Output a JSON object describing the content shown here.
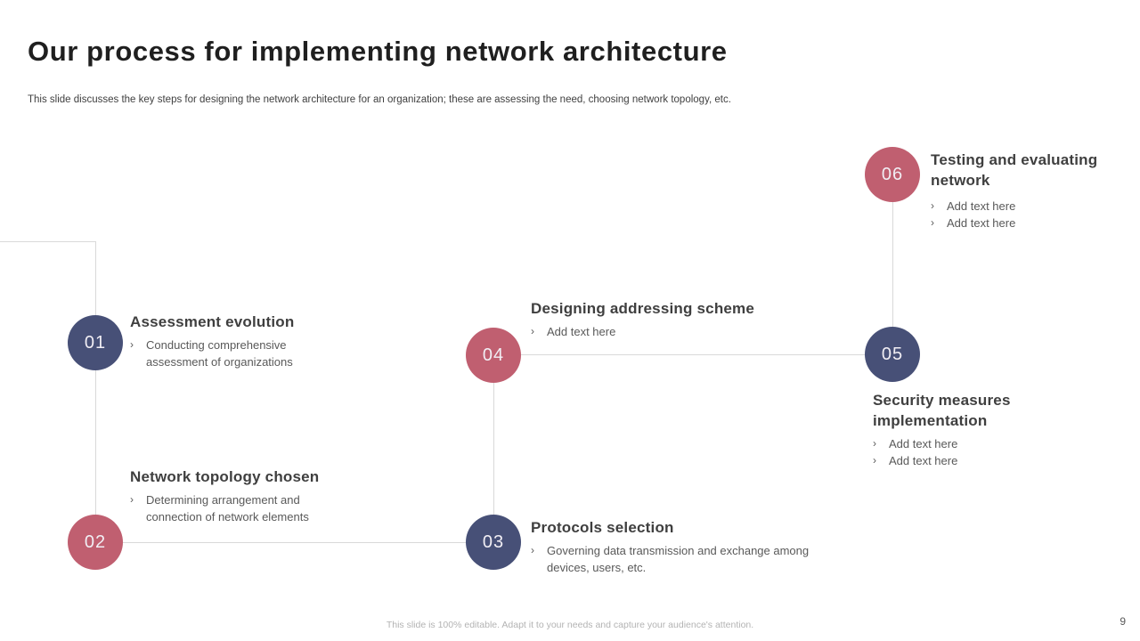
{
  "slide": {
    "title": "Our process for implementing network architecture",
    "subtitle": "This slide discusses the key steps for designing the network architecture for an organization; these are assessing the need, choosing network topology, etc.",
    "footer": "This slide is 100% editable. Adapt it to your needs and capture your audience's attention.",
    "page_number": "9",
    "bullet_marker": "›"
  },
  "colors": {
    "navy": "#475077",
    "rose": "#c05f70",
    "connector_line": "#d9d9d9"
  },
  "steps": [
    {
      "number": "01",
      "color": "navy",
      "title": "Assessment evolution",
      "bullets": [
        "Conducting comprehensive assessment of organizations"
      ]
    },
    {
      "number": "02",
      "color": "rose",
      "title": "Network topology chosen",
      "bullets": [
        "Determining arrangement and connection of network elements"
      ]
    },
    {
      "number": "03",
      "color": "navy",
      "title": "Protocols selection",
      "bullets": [
        "Governing data transmission and exchange among devices, users, etc."
      ]
    },
    {
      "number": "04",
      "color": "rose",
      "title": "Designing addressing scheme",
      "bullets": [
        "Add text here"
      ]
    },
    {
      "number": "05",
      "color": "navy",
      "title": "Security measures implementation",
      "bullets": [
        "Add text here",
        "Add text here"
      ]
    },
    {
      "number": "06",
      "color": "rose",
      "title": "Testing and evaluating network",
      "bullets": [
        "Add text here",
        "Add text here"
      ]
    }
  ]
}
